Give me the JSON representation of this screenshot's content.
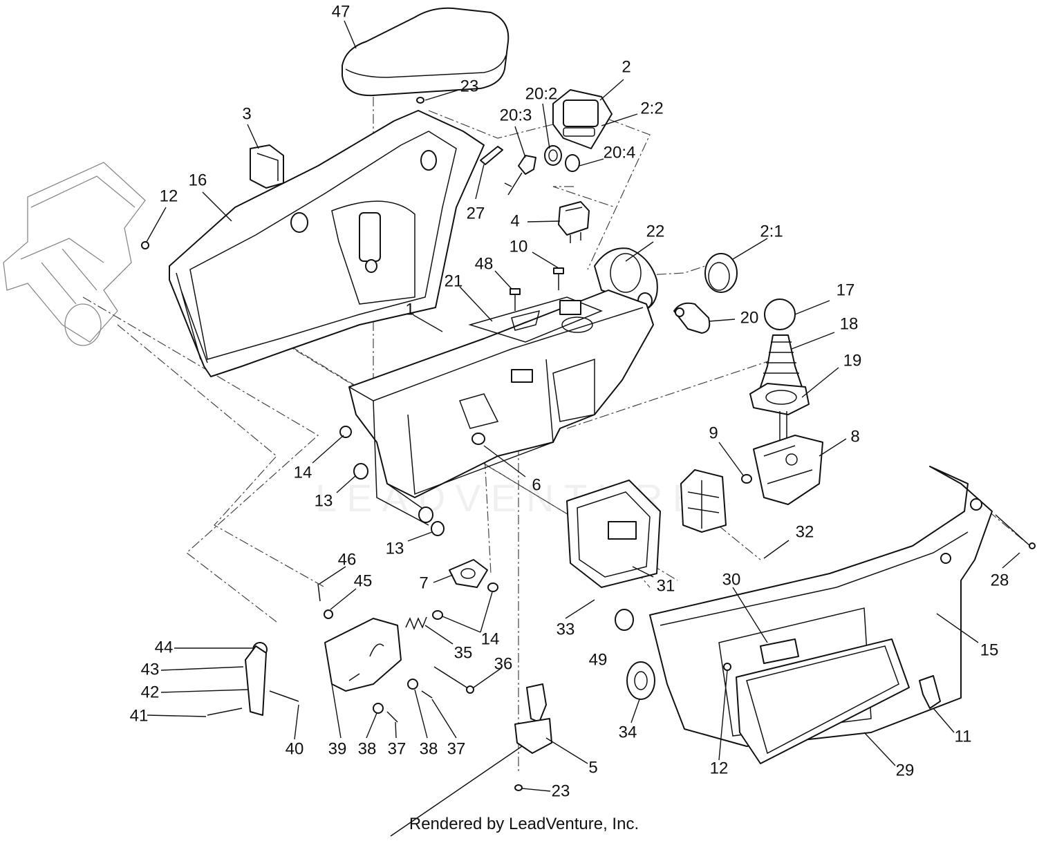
{
  "watermark": "LEADVENTURE",
  "footer": "Rendered by LeadVenture, Inc.",
  "callouts": {
    "c47": "47",
    "c23a": "23",
    "c2": "2",
    "c20_2": "20:2",
    "c2_2": "2:2",
    "c20_3": "20:3",
    "c20_4": "20:4",
    "c3": "3",
    "c16": "16",
    "c12a": "12",
    "c27": "27",
    "c4": "4",
    "c22": "22",
    "c2_1": "2:1",
    "c10": "10",
    "c48": "48",
    "c21": "21",
    "c1": "1",
    "c17": "17",
    "c20": "20",
    "c18": "18",
    "c19": "19",
    "c9": "9",
    "c8": "8",
    "c14a": "14",
    "c13a": "13",
    "c6": "6",
    "c13b": "13",
    "c32": "32",
    "c28": "28",
    "c46": "46",
    "c45": "45",
    "c7": "7",
    "c31": "31",
    "c30": "30",
    "c14b": "14",
    "c33": "33",
    "c35": "35",
    "c49": "49",
    "c15": "15",
    "c44": "44",
    "c43": "43",
    "c36": "36",
    "c42": "42",
    "c41": "41",
    "c34": "34",
    "c11": "11",
    "c40": "40",
    "c39": "39",
    "c38a": "38",
    "c37a": "37",
    "c38b": "38",
    "c37b": "37",
    "c5": "5",
    "c12b": "12",
    "c29": "29",
    "c23b": "23"
  }
}
